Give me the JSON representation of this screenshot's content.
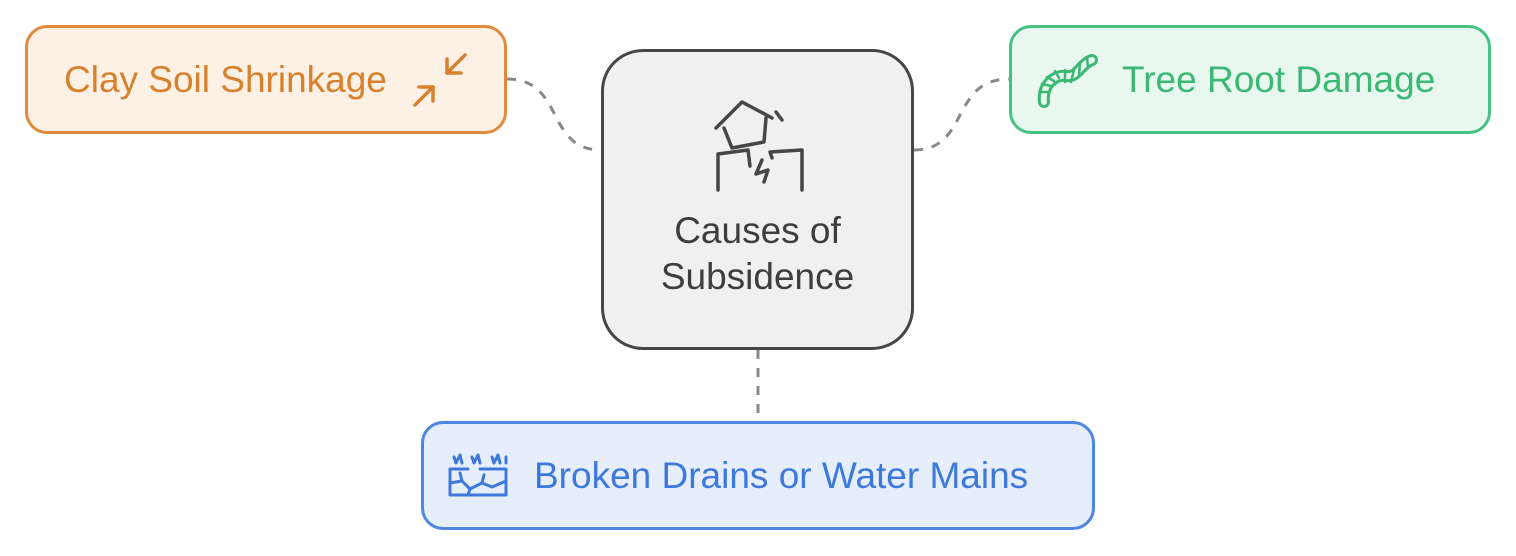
{
  "diagram": {
    "center": {
      "label": "Causes of Subsidence",
      "icon": "cracked-house-icon",
      "color": "#464646"
    },
    "causes": [
      {
        "id": "clay",
        "label": "Clay Soil Shrinkage",
        "icon": "shrink-arrows-icon",
        "color": "#e08a3c"
      },
      {
        "id": "tree",
        "label": "Tree Root Damage",
        "icon": "root-icon",
        "color": "#45c27f"
      },
      {
        "id": "drains",
        "label": "Broken Drains or Water Mains",
        "icon": "broken-pipe-ground-icon",
        "color": "#4f86e0"
      }
    ]
  }
}
